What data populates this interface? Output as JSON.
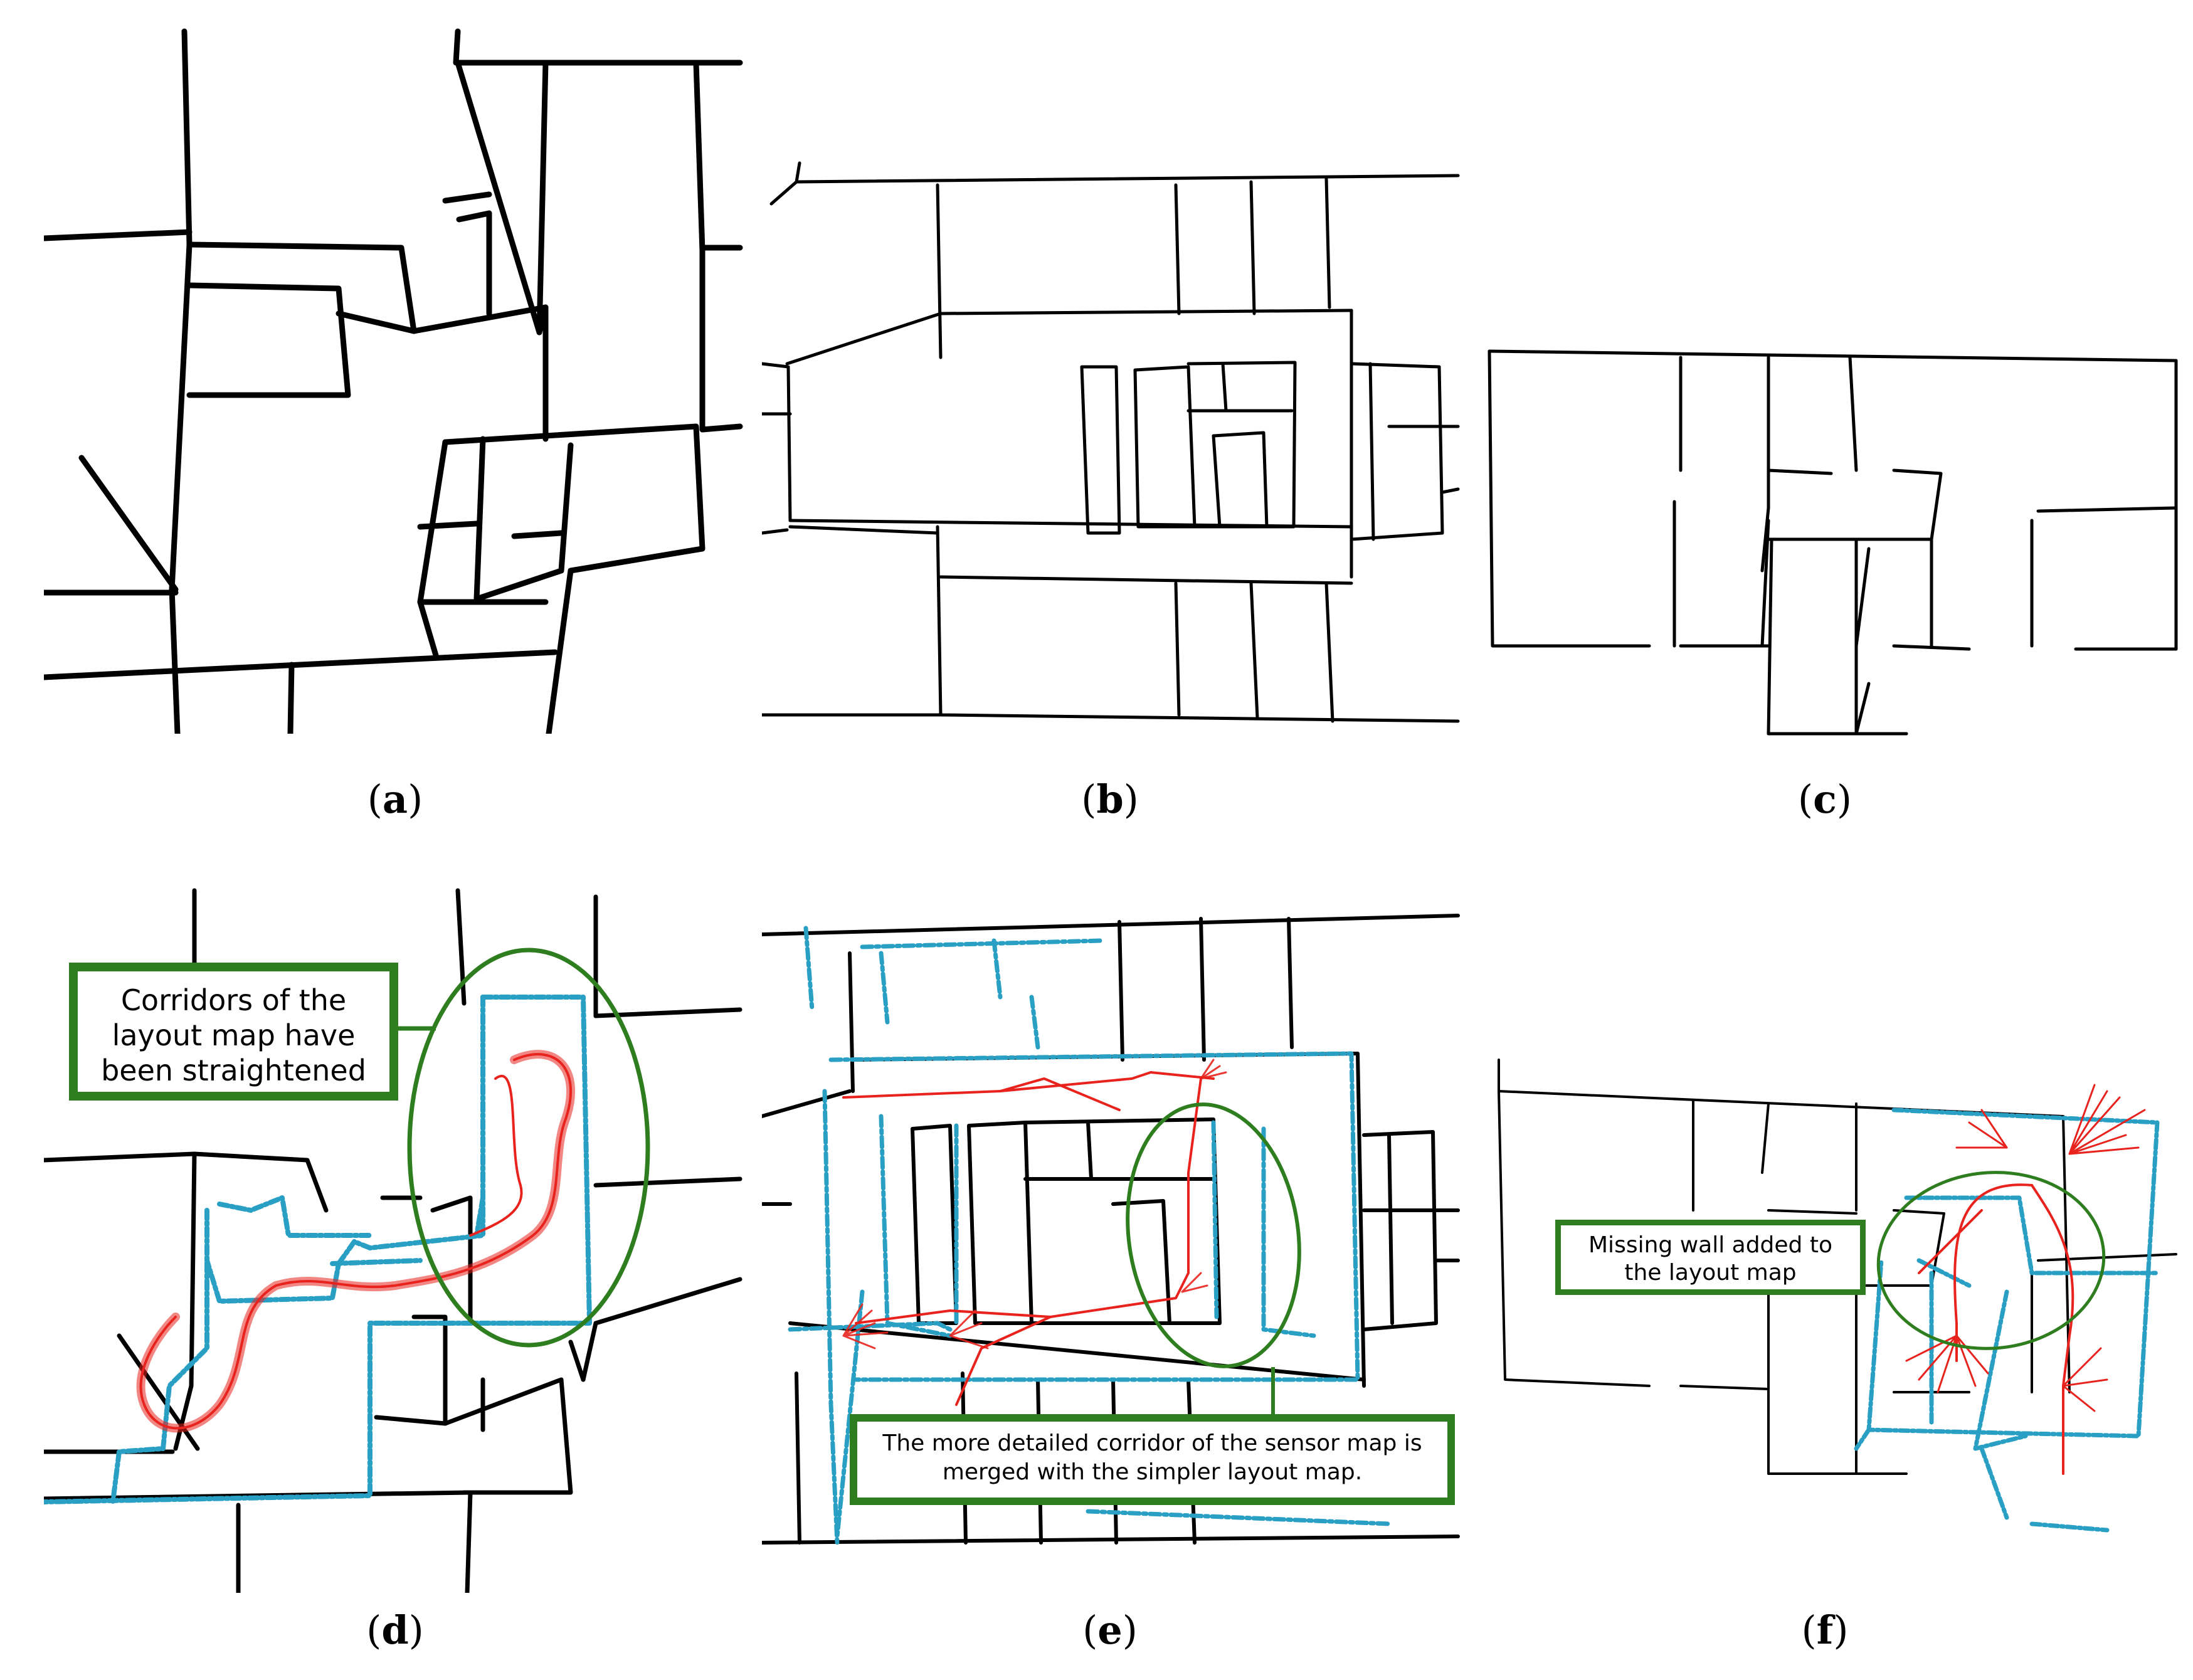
{
  "panels": [
    {
      "id": "a",
      "caption": "a"
    },
    {
      "id": "b",
      "caption": "b"
    },
    {
      "id": "c",
      "caption": "c"
    },
    {
      "id": "d",
      "caption": "d"
    },
    {
      "id": "e",
      "caption": "e"
    },
    {
      "id": "f",
      "caption": "f"
    }
  ],
  "callouts": {
    "d": "Corridors of the layout map have been straightened",
    "e": "The more detailed corridor of the sensor map is merged with the simpler layout map.",
    "f": "Missing wall added to the layout map"
  },
  "colors": {
    "walls": "#000000",
    "sensor_map": "#2a9fc4",
    "trajectory": "#e8231d",
    "highlight": "#2e7d1f"
  }
}
